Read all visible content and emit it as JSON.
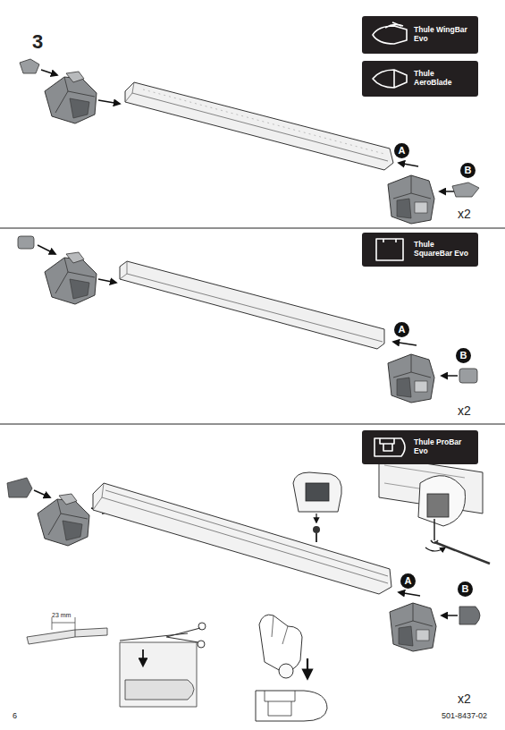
{
  "diagram": {
    "nodes": [
      {
        "text": [
          "Thule WingBar Evo"
        ]
      },
      {
        "text": [
          "Thule AeroBlade"
        ]
      },
      {
        "text": [
          "A"
        ]
      },
      {
        "text": [
          "B"
        ]
      },
      {
        "text": [
          "Thule SquareBar Evo"
        ]
      },
      {
        "text": [
          "A"
        ]
      },
      {
        "text": [
          "B"
        ]
      },
      {
        "text": [
          "Thule ProBar Evo"
        ]
      },
      {
        "text": [
          "A"
        ]
      },
      {
        "text": [
          "B"
        ]
      }
    ],
    "labels": [
      "3",
      "x2",
      "x2",
      "23 mm",
      "x2",
      "6",
      "501-8437-02"
    ]
  }
}
